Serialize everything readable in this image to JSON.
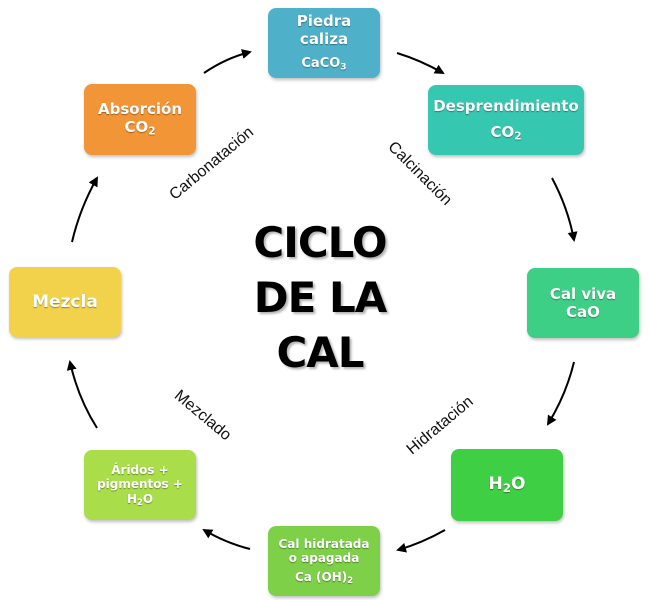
{
  "title_lines": [
    "CICLO",
    "DE LA",
    "CAL"
  ],
  "colors": {
    "piedra": "#4fb1c9",
    "desprendimiento": "#36c7b0",
    "cal_viva": "#3ecf86",
    "h2o": "#3fcf44",
    "cal_hidratada": "#7ed048",
    "aridos": "#a9de4a",
    "mezcla": "#f1d24a",
    "absorcion": "#f29536",
    "arrow": "#000000"
  },
  "nodes": {
    "piedra": {
      "line1": "Piedra",
      "line2": "caliza",
      "formula": "CaCO",
      "formula_sub": "3"
    },
    "desprendimiento": {
      "line1": "Desprendimiento",
      "formula": "CO",
      "formula_sub": "2"
    },
    "cal_viva": {
      "line1": "Cal viva",
      "line2": "CaO"
    },
    "h2o": {
      "formula": "H",
      "formula_sub": "2",
      "formula_tail": "O"
    },
    "cal_hidratada": {
      "line1": "Cal hidratada",
      "line2": "o apagada",
      "formula": "Ca (OH)",
      "formula_sub": "2"
    },
    "aridos": {
      "line1": "Áridos +",
      "line2": "pigmentos +",
      "formula": "H",
      "formula_sub": "2",
      "formula_tail": "O"
    },
    "mezcla": {
      "line1": "Mezcla"
    },
    "absorcion": {
      "line1": "Absorción",
      "formula": "CO",
      "formula_sub": "2"
    }
  },
  "stage_labels": {
    "carbonatacion": "Carbonatación",
    "calcinacion": "Calcinación",
    "hidratacion": "Hidratación",
    "mezclado": "Mezclado"
  }
}
